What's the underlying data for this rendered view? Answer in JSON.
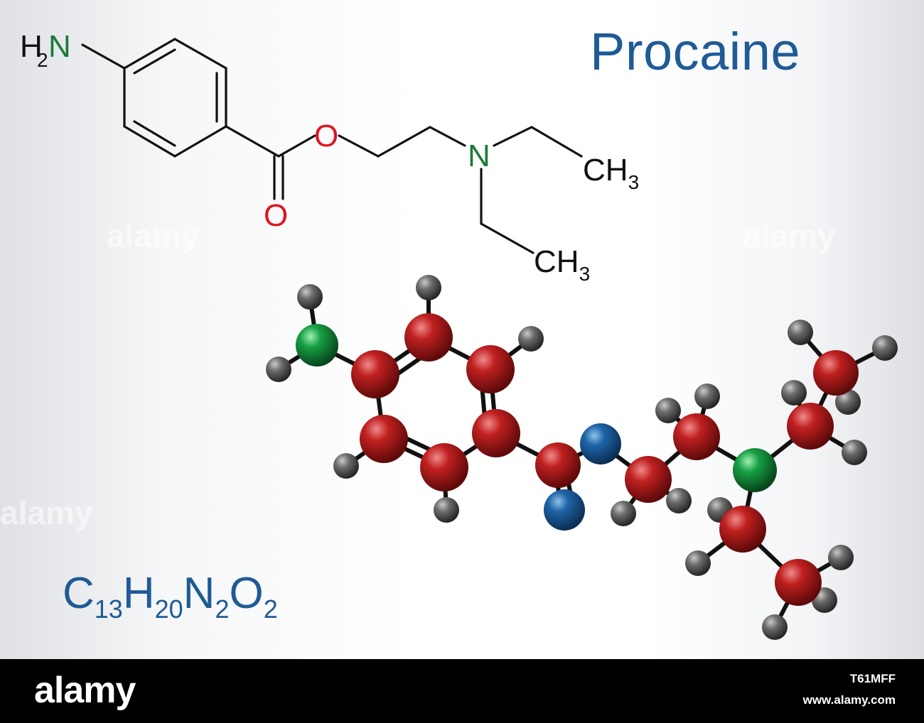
{
  "diagram": {
    "title": "Procaine",
    "formula": [
      {
        "el": "C",
        "n": "13"
      },
      {
        "el": "H",
        "n": "20"
      },
      {
        "el": "N",
        "n": "2"
      },
      {
        "el": "O",
        "n": "2"
      }
    ],
    "structure_labels": {
      "amine": "H2N",
      "ester_o": "O",
      "carbonyl_o": "O",
      "tertiary_n": "N",
      "methyl_1": "CH3",
      "methyl_2": "CH3"
    },
    "atom_colors": {
      "carbon": "#b01d1d",
      "oxygen": "#1a5f9e",
      "nitrogen": "#159a3e",
      "hydrogen": "#5a5a5a",
      "bond": "#111111"
    },
    "label_colors": {
      "nitrogen": "#1a7a3a",
      "oxygen": "#e0141e",
      "text": "#1f5b96"
    }
  },
  "footer": {
    "brand": "alamy",
    "image_id": "T61MFF",
    "url": "www.alamy.com"
  },
  "watermark": "alamy"
}
